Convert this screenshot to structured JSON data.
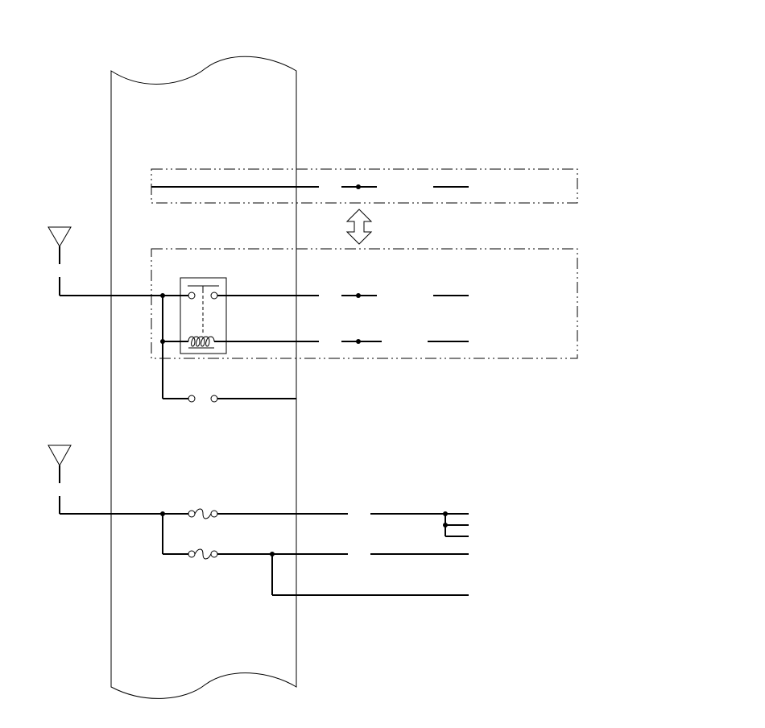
{
  "diagram": {
    "kind": "wiring-schematic",
    "colors": {
      "line": "#000000",
      "background": "#ffffff"
    },
    "components": [
      "power-supply-symbol-upper",
      "power-supply-symbol-lower",
      "relay-switch-contacts",
      "relay-coil",
      "connector-pair",
      "fuse-1",
      "fuse-2",
      "bidirectional-arrow"
    ]
  }
}
